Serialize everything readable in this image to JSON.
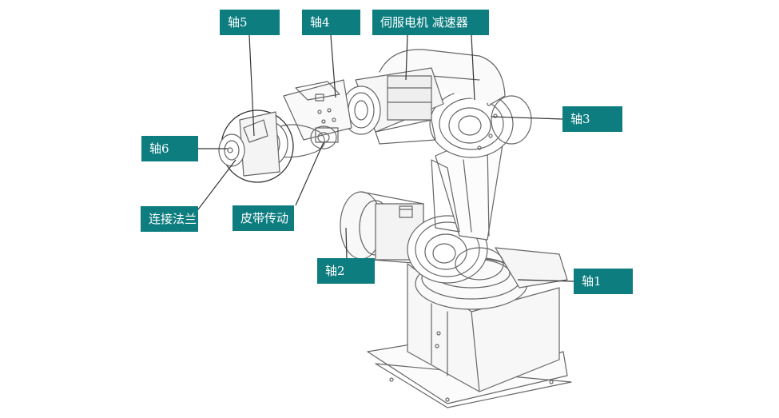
{
  "colors": {
    "label_bg": "#0d7d80",
    "label_text": "#ffffff",
    "line": "#333333",
    "sketch": "#666666"
  },
  "labels": {
    "axis5": "轴5",
    "axis4": "轴4",
    "servo_reducer": "伺服电机 减速器",
    "axis3": "轴3",
    "axis6": "轴6",
    "flange": "连接法兰",
    "belt": "皮带传动",
    "axis2": "轴2",
    "axis1": "轴1"
  }
}
